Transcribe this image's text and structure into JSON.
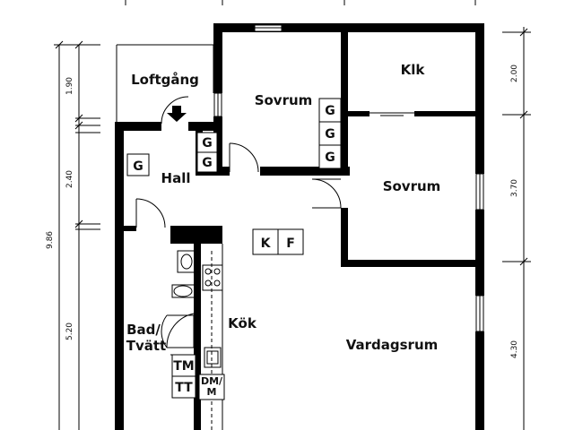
{
  "rooms": {
    "loftgang": "Loftgång",
    "sovrum_top": "Sovrum",
    "klk": "Klk",
    "hall": "Hall",
    "sovrum_right": "Sovrum",
    "kok": "Kök",
    "bad_line1": "Bad/",
    "bad_line2": "Tvätt",
    "vardagsrum": "Vardagsrum"
  },
  "markers": {
    "g": "G",
    "k": "K",
    "f": "F",
    "tm": "TM",
    "tt": "TT",
    "dm_line1": "DM/",
    "dm_line2": "M"
  },
  "dimensions": {
    "left": [
      "1.90",
      "2.40",
      "5.20"
    ],
    "left_total": "9.86",
    "right": [
      "2.00",
      "3.70",
      "4.30"
    ]
  }
}
